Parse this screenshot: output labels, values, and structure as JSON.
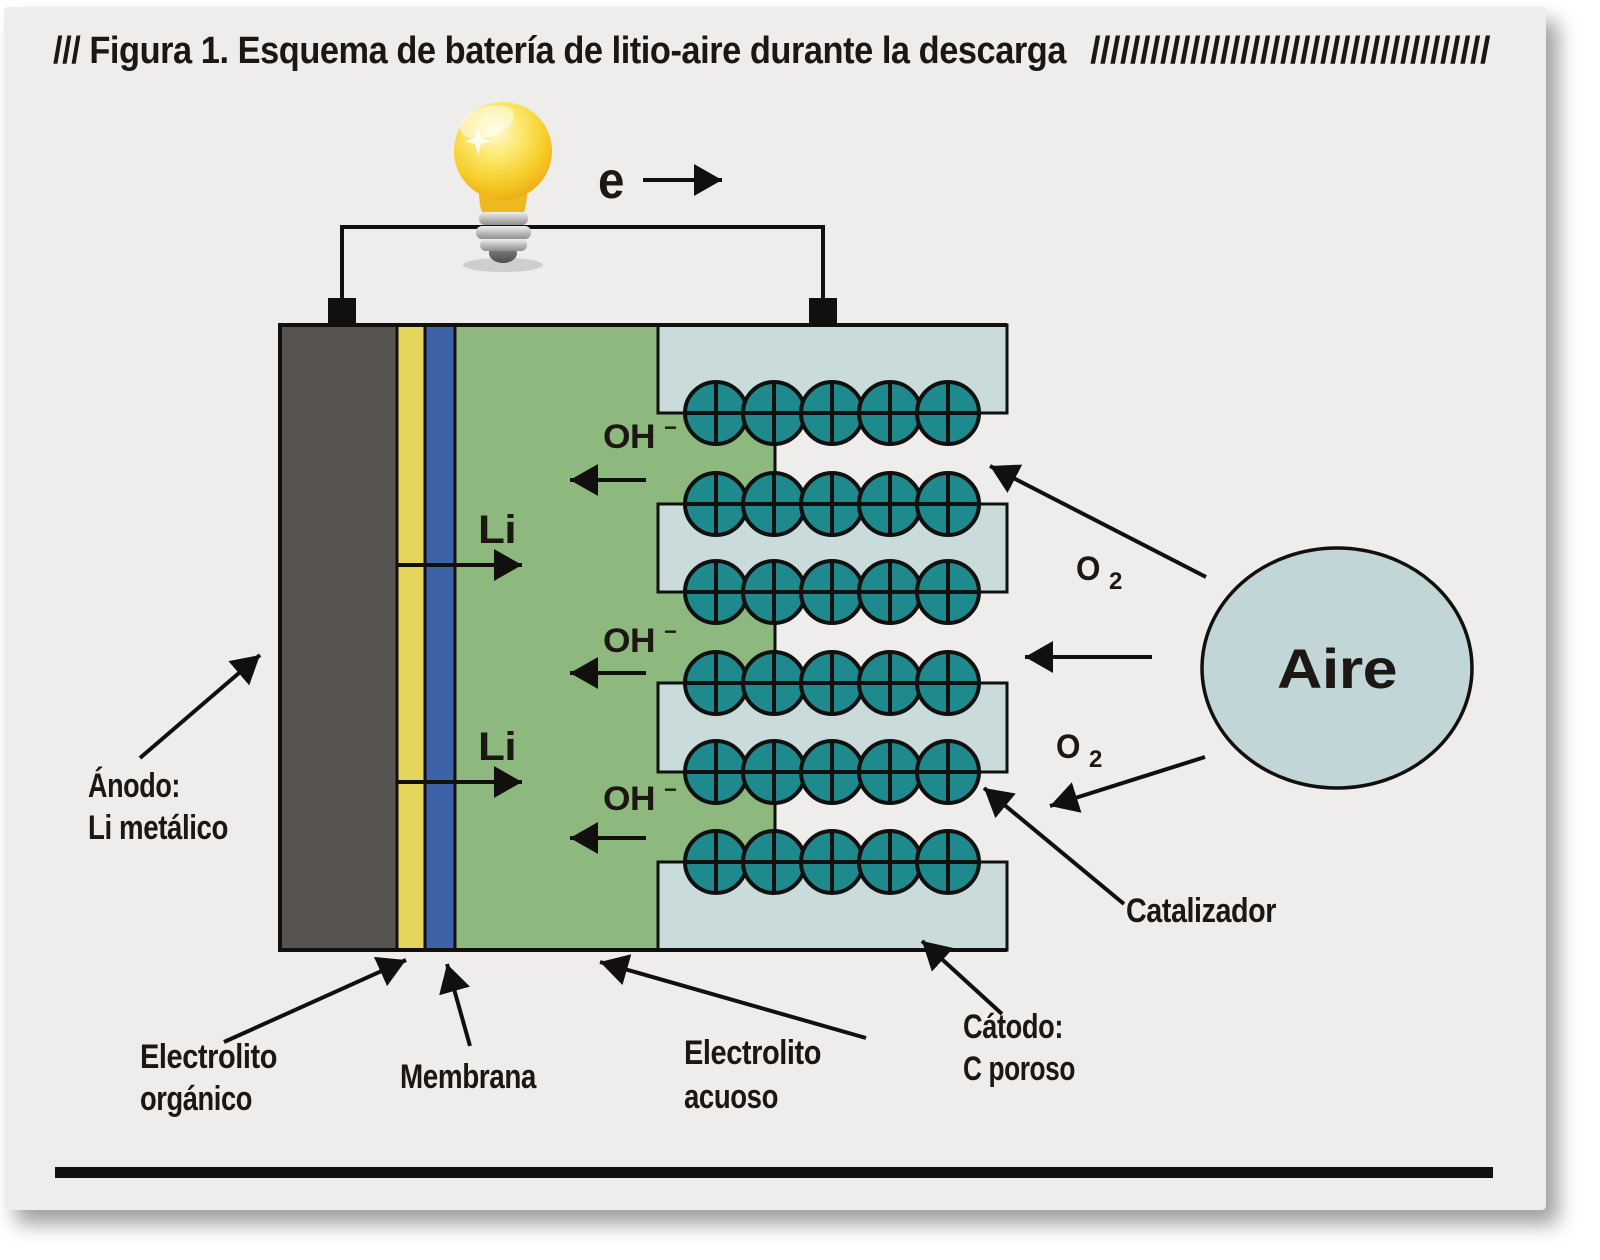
{
  "title": {
    "text": "/// Figura 1. Esquema de batería de litio-aire durante la descarga",
    "slashes": "////////////////////////////////////////"
  },
  "circuit": {
    "electron_label": "e"
  },
  "flows": {
    "oh_base": "OH",
    "oh_sup": "−",
    "li": "Li"
  },
  "air": {
    "label": "Aire",
    "o2_base": "O",
    "o2_sub": "2"
  },
  "callouts": {
    "anode_line1": "Ánodo:",
    "anode_line2": "Li metálico",
    "organic_line1": "Electrolito",
    "organic_line2": "orgánico",
    "membrane": "Membrana",
    "aqueous_line1": "Electrolito",
    "aqueous_line2": "acuoso",
    "cathode_line1": "Cátodo:",
    "cathode_line2": "C poroso",
    "catalyst": "Catalizador"
  },
  "colors": {
    "page": "#ffffff",
    "panel": "#eeedeb",
    "ink": "#1c1713",
    "line": "#11100e",
    "anode": "#575350",
    "organic": "#e6d55b",
    "membrane": "#3d62a7",
    "aqueous": "#8eb97e",
    "cathode": "#c9dcdb",
    "ball": "#1e8a8d",
    "air": "#c2d5d7"
  }
}
